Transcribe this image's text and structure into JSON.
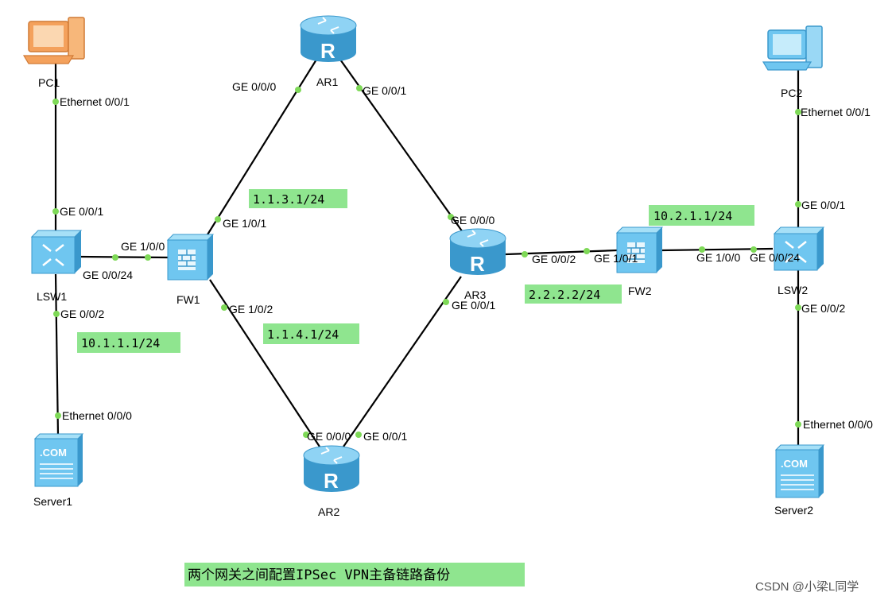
{
  "colors": {
    "link": "#000000",
    "port_dot": "#7ed957",
    "ip_highlight": "#8fe58f",
    "router_blue": "#4fb3e8",
    "pc1_orange": "#f4a15c",
    "pc2_blue": "#6fc6f0"
  },
  "devices": {
    "pc1": {
      "label": "PC1",
      "icon": "pc-icon"
    },
    "pc2": {
      "label": "PC2",
      "icon": "pc-icon"
    },
    "lsw1": {
      "label": "LSW1",
      "icon": "switch-icon"
    },
    "lsw2": {
      "label": "LSW2",
      "icon": "switch-icon"
    },
    "fw1": {
      "label": "FW1",
      "icon": "firewall-icon"
    },
    "fw2": {
      "label": "FW2",
      "icon": "firewall-icon"
    },
    "ar1": {
      "label": "AR1",
      "icon": "router-icon",
      "glyph": "R"
    },
    "ar2": {
      "label": "AR2",
      "icon": "router-icon",
      "glyph": "R"
    },
    "ar3": {
      "label": "AR3",
      "icon": "router-icon",
      "glyph": "R"
    },
    "server1": {
      "label": "Server1",
      "icon": "server-icon",
      "glyph": ".COM"
    },
    "server2": {
      "label": "Server2",
      "icon": "server-icon",
      "glyph": ".COM"
    }
  },
  "ports": {
    "pc1_eth": "Ethernet 0/0/1",
    "lsw1_g001": "GE 0/0/1",
    "lsw1_g0024": "GE 0/0/24",
    "lsw1_g002": "GE 0/0/2",
    "server1_eth": "Ethernet 0/0/0",
    "fw1_g100": "GE 1/0/0",
    "fw1_g101": "GE 1/0/1",
    "fw1_g102": "GE 1/0/2",
    "ar1_g000": "GE 0/0/0",
    "ar1_g001": "GE 0/0/1",
    "ar3_g000": "GE 0/0/0",
    "ar3_g001": "GE 0/0/1",
    "ar3_g002": "GE 0/0/2",
    "ar2_g000": "GE 0/0/0",
    "ar2_g001": "GE 0/0/1",
    "fw2_g101": "GE 1/0/1",
    "fw2_g100": "GE 1/0/0",
    "lsw2_g0024": "GE 0/0/24",
    "lsw2_g001": "GE 0/0/1",
    "lsw2_g002": "GE 0/0/2",
    "pc2_eth": "Ethernet 0/0/1",
    "server2_eth": "Ethernet 0/0/0"
  },
  "ips": {
    "ip_fw1_upper": "1.1.3.1/24",
    "ip_fw1_lower": "1.1.4.1/24",
    "ip_lan1": "10.1.1.1/24",
    "ip_fw2_wan": "2.2.2.2/24",
    "ip_lan2": "10.2.1.1/24"
  },
  "caption": "两个网关之间配置IPSec VPN主备链路备份",
  "watermark": "CSDN @小梁L同学"
}
